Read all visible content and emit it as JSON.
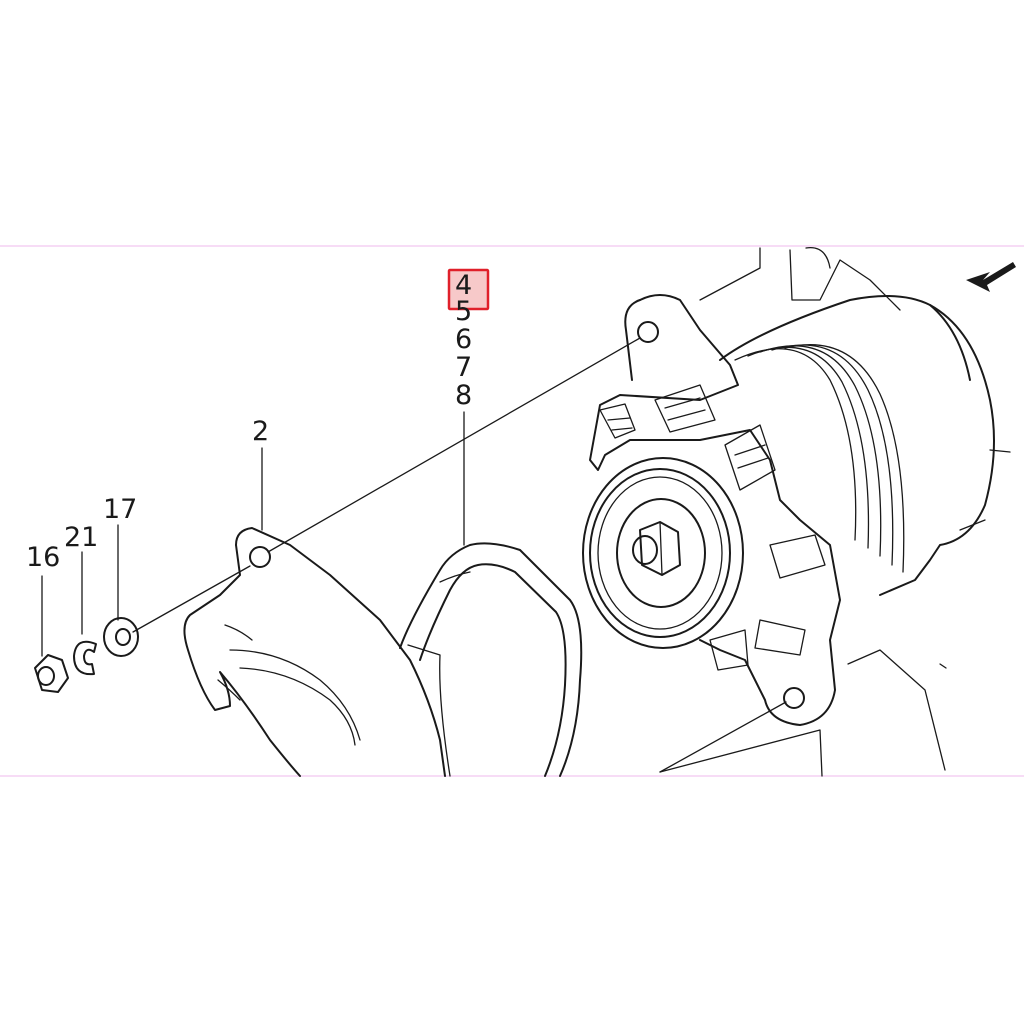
{
  "diagram": {
    "type": "exploded-parts-view",
    "callouts": {
      "part_2": "2",
      "part_4": "4",
      "part_5": "5",
      "part_6": "6",
      "part_7": "7",
      "part_8": "8",
      "part_16": "16",
      "part_17": "17",
      "part_21": "21"
    },
    "highlighted_callout": "4",
    "highlight_color": "#e0202a",
    "highlight_fill": "#f7c9c9",
    "line_color": "#1a1a1a",
    "frame_color": "#f2c6f0"
  }
}
